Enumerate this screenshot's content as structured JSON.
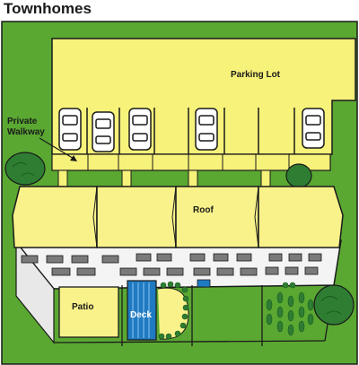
{
  "title": "Townhomes",
  "labels": {
    "parking_lot": "Parking Lot",
    "private_walkway_line1": "Private",
    "private_walkway_line2": "Walkway",
    "roof": "Roof",
    "patio": "Patio",
    "deck": "Deck"
  },
  "colors": {
    "grass": "#5aa832",
    "pavement": "#f7f27a",
    "roof": "#f9f28a",
    "building_wall": "#f4f4f4",
    "window": "#7a7a7a",
    "deck": "#1f7ac2",
    "shrub": "#2e7d32",
    "outline": "#1a1a1a"
  },
  "icons": [
    "car-icon",
    "tree-icon",
    "shrub-icon",
    "garden-plant-icon",
    "bench-icon"
  ]
}
